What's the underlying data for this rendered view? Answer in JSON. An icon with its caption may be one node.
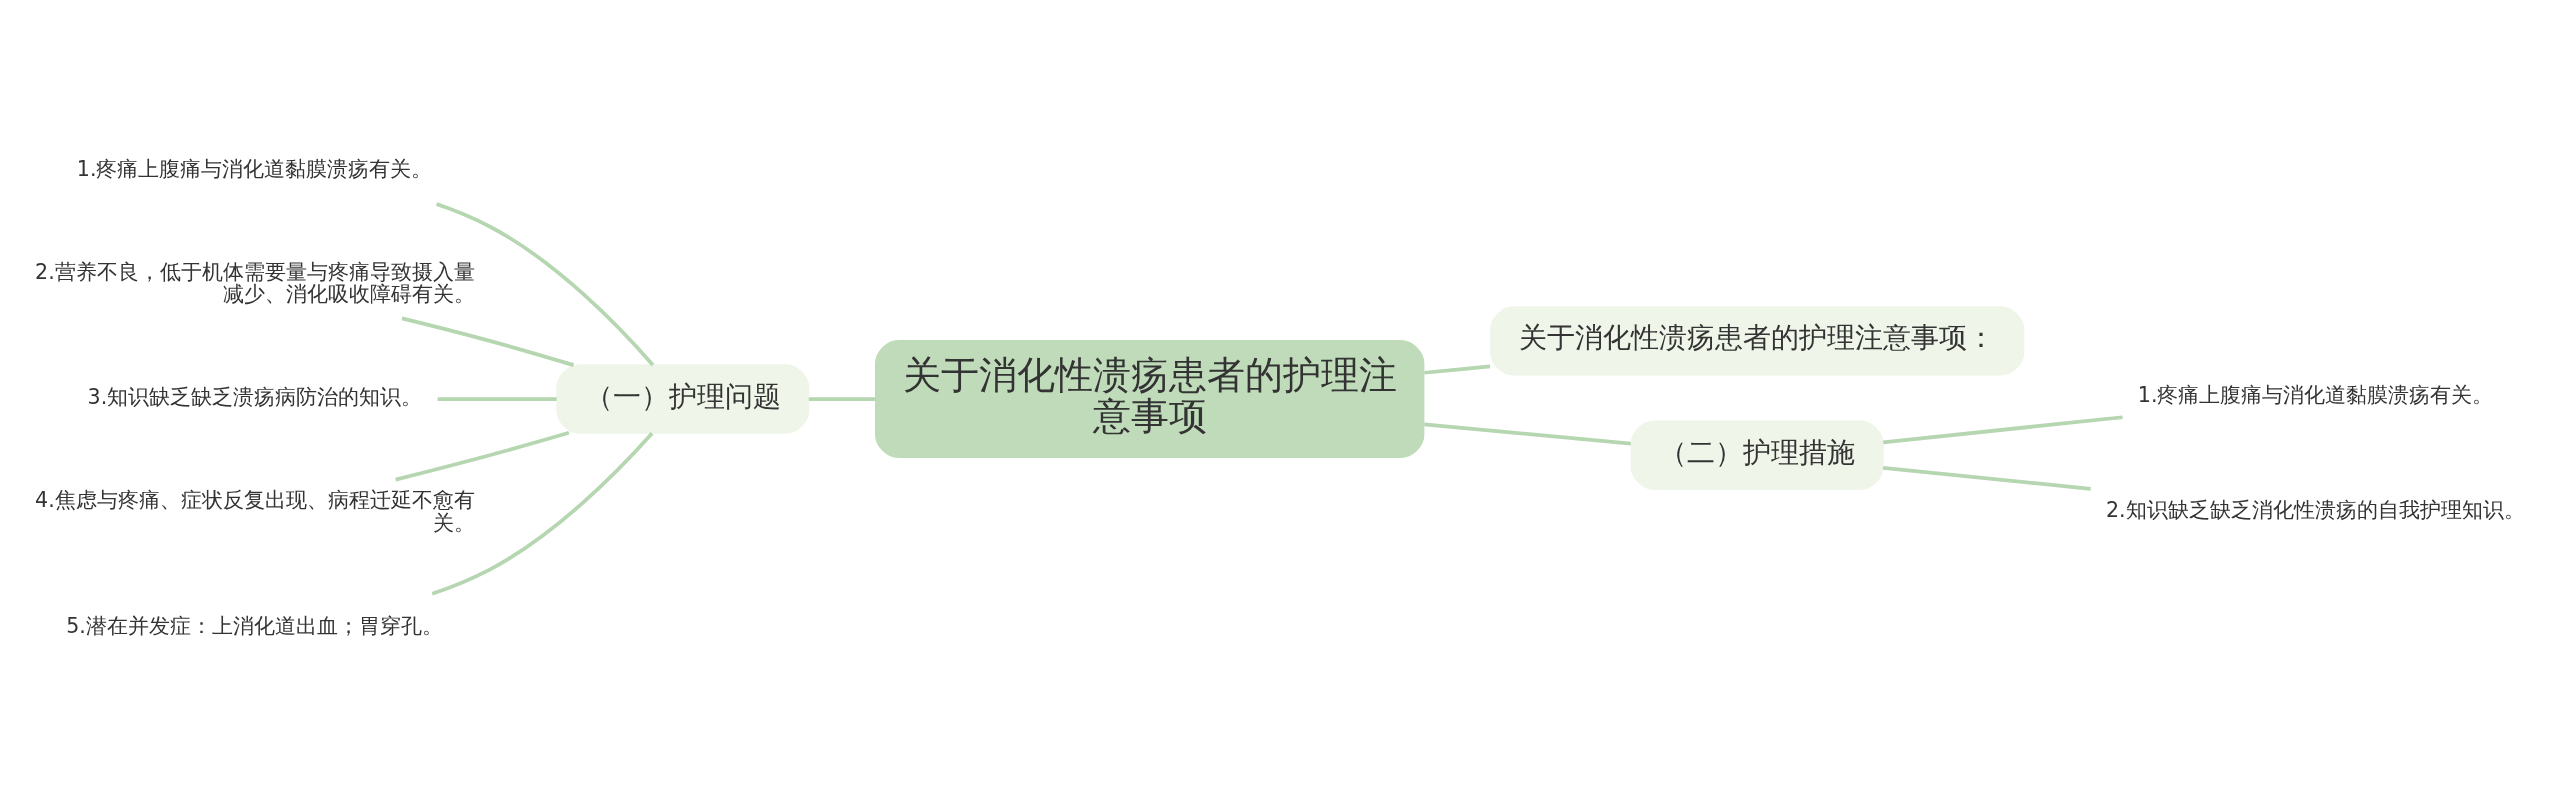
{
  "diagram": {
    "nodes": [
      {
        "text": [
          "关于消化性溃疡患者的护理注意事项"
        ]
      },
      {
        "text": [
          "（一）护理问题"
        ]
      },
      {
        "text": [
          "1.疼痛上腹痛与消化道黏膜溃疡有关。"
        ]
      },
      {
        "text": [
          "2.营养不良，低于机体需要量与疼痛导致摄入量减少、消化吸收障碍有关。"
        ]
      },
      {
        "text": [
          "3.知识缺乏缺乏溃疡病防治的知识。"
        ]
      },
      {
        "text": [
          "4.焦虑与疼痛、症状反复出现、病程迁延不愈有关。"
        ]
      },
      {
        "text": [
          "5.潜在并发症：上消化道出血；胃穿孔。"
        ]
      },
      {
        "text": [
          "关于消化性溃疡患者的护理注意事项："
        ]
      },
      {
        "text": [
          "（二）护理措施"
        ]
      },
      {
        "text": [
          "1.疼痛上腹痛与消化道黏膜溃疡有关。"
        ]
      },
      {
        "text": [
          "2.知识缺乏缺乏消化性溃疡的自我护理知识。"
        ]
      }
    ],
    "edges": [
      {
        "from": 0,
        "to": 1,
        "arrow": "none"
      },
      {
        "from": 1,
        "to": 2,
        "arrow": "none"
      },
      {
        "from": 1,
        "to": 3,
        "arrow": "none"
      },
      {
        "from": 1,
        "to": 4,
        "arrow": "none"
      },
      {
        "from": 1,
        "to": 5,
        "arrow": "none"
      },
      {
        "from": 1,
        "to": 6,
        "arrow": "none"
      },
      {
        "from": 0,
        "to": 7,
        "arrow": "none"
      },
      {
        "from": 0,
        "to": 8,
        "arrow": "none"
      },
      {
        "from": 8,
        "to": 9,
        "arrow": "none"
      },
      {
        "from": 8,
        "to": 10,
        "arrow": "none"
      }
    ]
  }
}
